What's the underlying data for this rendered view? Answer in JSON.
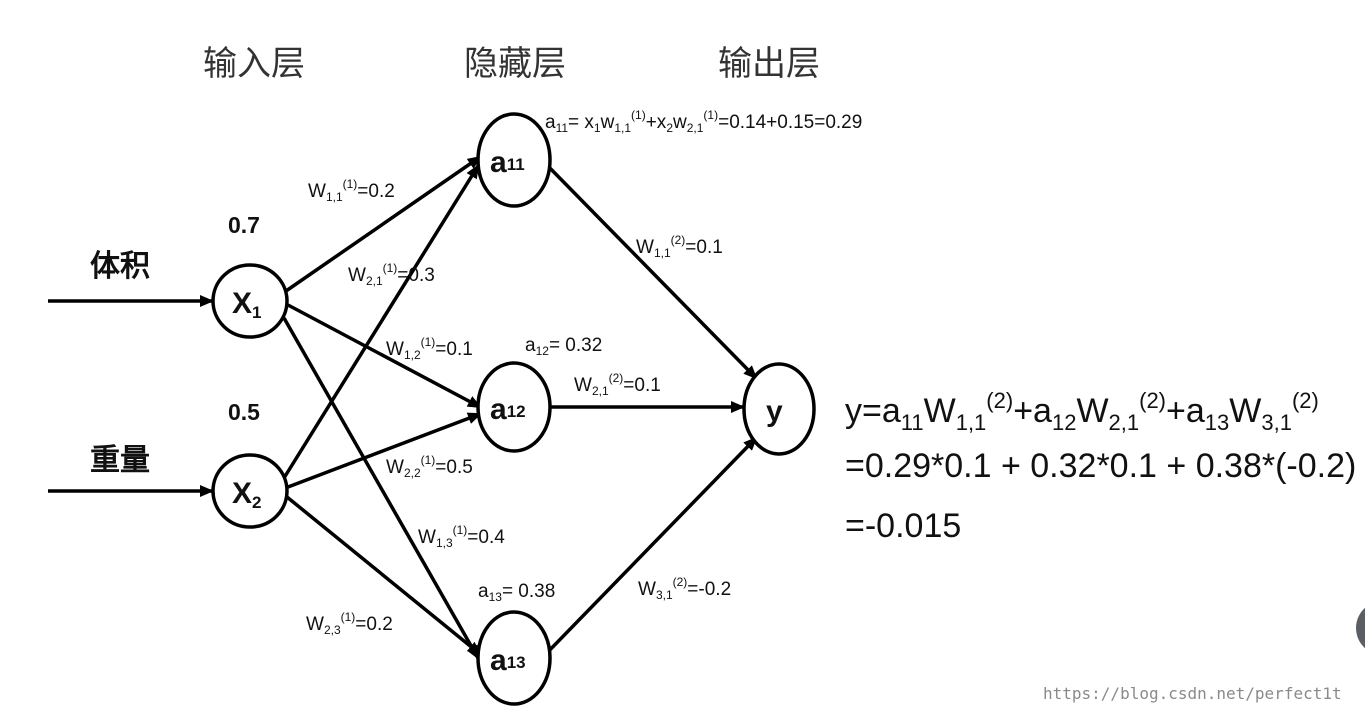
{
  "layers": {
    "input": "输入层",
    "hidden": "隐藏层",
    "output": "输出层"
  },
  "inputs": {
    "volume_label": "体积",
    "weight_label": "重量",
    "x1_value": "0.7",
    "x2_value": "0.5"
  },
  "nodes": {
    "x1": {
      "main": "X",
      "sub": "1"
    },
    "x2": {
      "main": "X",
      "sub": "2"
    },
    "a11": {
      "main": "a",
      "sub": "11"
    },
    "a12": {
      "main": "a",
      "sub": "12"
    },
    "a13": {
      "main": "a",
      "sub": "13"
    },
    "y": {
      "main": "y"
    }
  },
  "weights_layer1": {
    "w11": {
      "sub": "1,1",
      "sup": "(1)",
      "value": "=0.2"
    },
    "w21": {
      "sub": "2,1",
      "sup": "(1)",
      "value": "=0.3"
    },
    "w12": {
      "sub": "1,2",
      "sup": "(1)",
      "value": "=0.1"
    },
    "w22": {
      "sub": "2,2",
      "sup": "(1)",
      "value": "=0.5"
    },
    "w13": {
      "sub": "1,3",
      "sup": "(1)",
      "value": "=0.4"
    },
    "w23": {
      "sub": "2,3",
      "sup": "(1)",
      "value": "=0.2"
    }
  },
  "weights_layer2": {
    "w11": {
      "sub": "1,1",
      "sup": "(2)",
      "value": "=0.1"
    },
    "w21": {
      "sub": "2,1",
      "sup": "(2)",
      "value": "=0.1"
    },
    "w31": {
      "sub": "3,1",
      "sup": "(2)",
      "value": "=-0.2"
    }
  },
  "hidden_values": {
    "a11_formula": {
      "a_sub": "11",
      "eq": "= x",
      "x1_sub": "1",
      "w": "w",
      "w1_sub": "1,1",
      "w1_sup": "(1)",
      "plus": "+x",
      "x2_sub": "2",
      "w2_sub": "2,1",
      "w2_sup": "(1)",
      "result": "=0.14+0.15=0.29"
    },
    "a12": {
      "sub": "12",
      "value": "= 0.32"
    },
    "a13": {
      "sub": "13",
      "value": "= 0.38"
    }
  },
  "output_formula": {
    "line1": {
      "prefix": "y=a",
      "t1_sub": "11",
      "t1_w": "W",
      "t1_wsub": "1,1",
      "t1_wsup": "(2)",
      "plus2": "+a",
      "t2_sub": "12",
      "t2_wsub": "2,1",
      "t2_wsup": "(2)",
      "plus3": "+a",
      "t3_sub": "13",
      "t3_wsub": "3,1",
      "t3_wsup": "(2)"
    },
    "line2": "=0.29*0.1 + 0.32*0.1 + 0.38*(-0.2)",
    "line3": "=-0.015"
  },
  "watermark": "https://blog.csdn.net/perfect1t"
}
